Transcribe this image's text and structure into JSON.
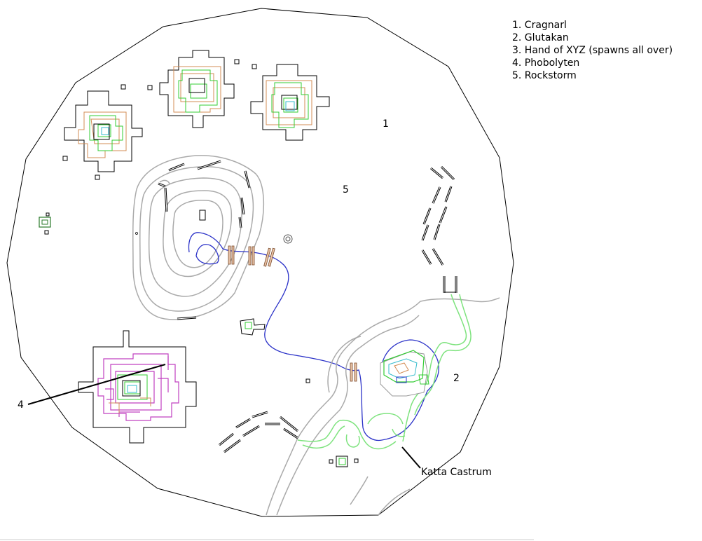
{
  "legend": {
    "items": [
      "1. Cragnarl",
      "2. Glutakan",
      "3. Hand of XYZ (spawns all over)",
      "4. Phobolyten",
      "5. Rockstorm"
    ]
  },
  "map": {
    "zone_labels": {
      "cragnarl": "1",
      "glutakan": "2",
      "phobolyten": "4",
      "rockstorm": "5"
    },
    "place_labels": {
      "katta_castrum": "Katta Castrum"
    }
  },
  "colors": {
    "outline": "#000000",
    "river": "#2b32c8",
    "path": "#7ee37e",
    "terrain": "#aaaaaa",
    "ruin_orange": "#d38d55",
    "ruin_magenta": "#c040c0",
    "bridge": "#e8c2a6"
  }
}
